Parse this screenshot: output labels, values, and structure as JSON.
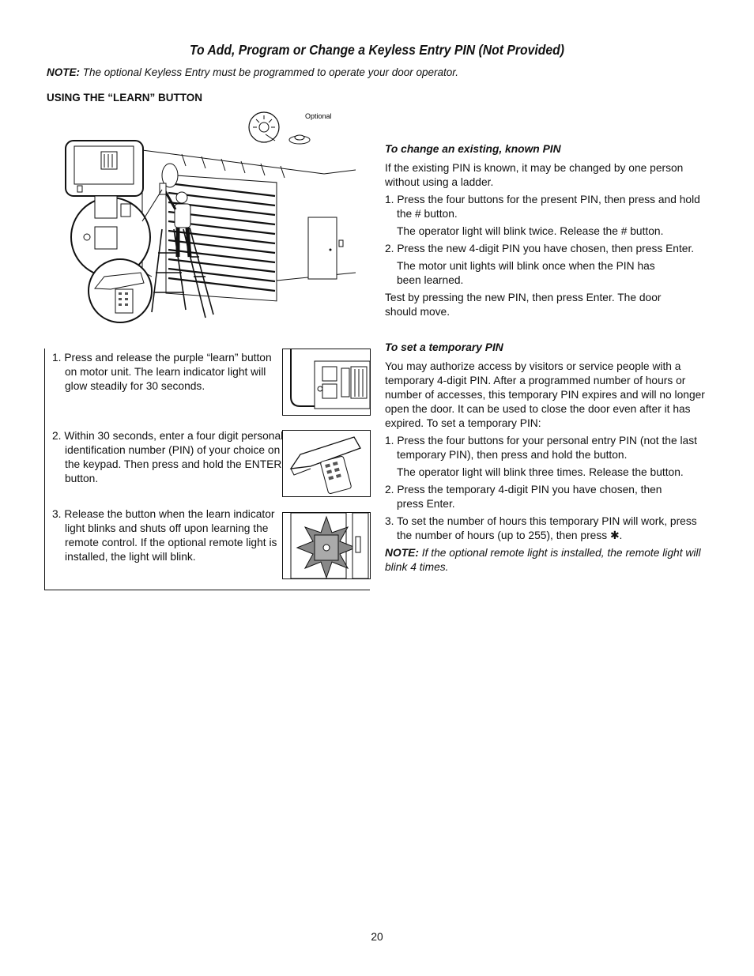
{
  "title": "To Add, Program or Change a Keyless Entry PIN (Not Provided)",
  "note": {
    "label": "NOTE:",
    "text": " The optional Keyless Entry must be programmed to operate your door operator."
  },
  "section_heading": "USING THE “LEARN” BUTTON",
  "illustration": {
    "optional_label": "Optional"
  },
  "change_pin": {
    "heading": "To change an existing, known PIN",
    "intro": "If the existing PIN is known, it may be changed by one person without using a ladder.",
    "step1": "1. Press the four buttons for the present PIN, then press and hold the # button.",
    "step1_sub": "The operator light will blink twice. Release the # button.",
    "step2": "2. Press the new 4-digit PIN you have chosen, then press Enter.",
    "step2_sub": "The motor unit lights will blink once when the PIN has been learned.",
    "test": "Test by pressing the new PIN, then press Enter. The door should move."
  },
  "temp_pin": {
    "heading": "To set a temporary PIN",
    "intro": "You may authorize access by visitors or service people with a temporary 4-digit PIN. After a programmed number of hours or number of accesses, this temporary PIN expires and will no longer open the door. It can be used to close the door even after it has expired. To set a temporary PIN:",
    "step1": "1. Press the four buttons for your personal entry PIN (not the last temporary PIN), then press and hold the button.",
    "step1_sub": "The operator light will blink three times. Release the button.",
    "step2": "2. Press the temporary 4-digit PIN you have chosen, then press Enter.",
    "step3": "3. To set the number of hours this temporary PIN will work, press the number of hours (up to 255), then press ✱.",
    "note_label": "NOTE:",
    "note_text": " If the optional remote light is installed, the remote light will blink 4 times."
  },
  "learn_steps": [
    "1. Press and release the purple “learn” button on motor unit. The learn indicator light will glow steadily for 30 seconds.",
    "2. Within 30 seconds, enter a four digit personal identification number (PIN) of your choice on the keypad. Then press and hold the ENTER button.",
    "3. Release the button when the learn indicator light blinks and shuts off upon learning the remote control. If the optional remote light is installed, the light will blink."
  ],
  "page_number": "20"
}
